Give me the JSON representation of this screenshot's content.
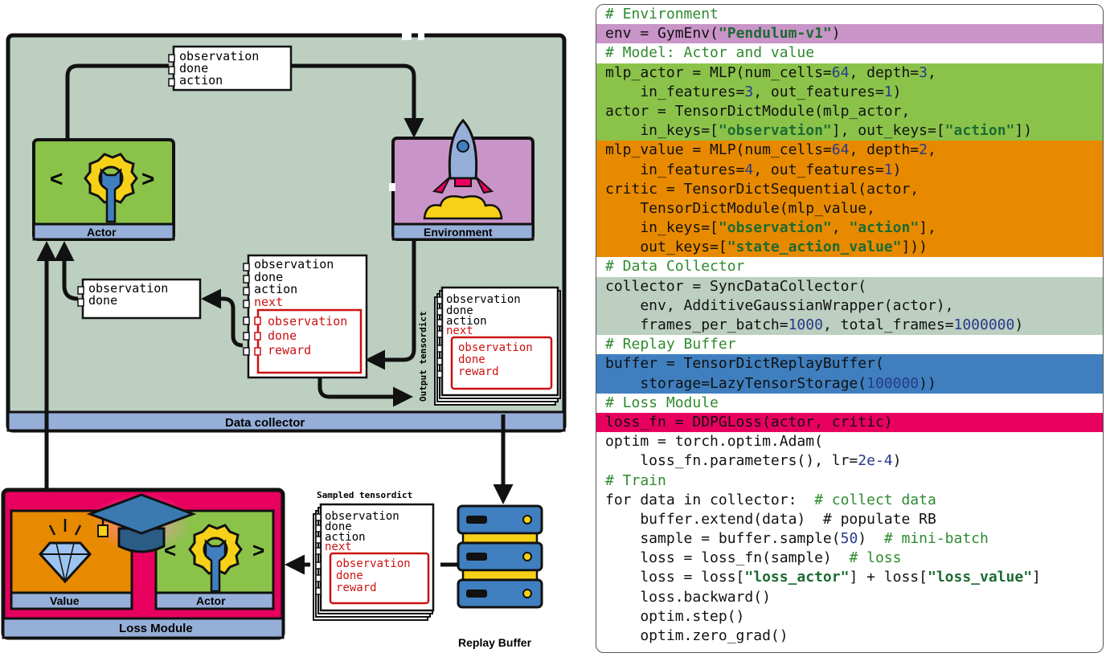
{
  "colors": {
    "collector_bg": "#bccfc1",
    "bar_blue": "#95afd8",
    "actor_green": "#8bc34a",
    "env_purple": "#c994c7",
    "loss_pink": "#e8005f",
    "value_orange": "#e88a00",
    "next_red": "#cc1111",
    "gear_yellow": "#f7d117",
    "server_blue": "#3f7fbf"
  },
  "diagram": {
    "collector_label": "Data collector",
    "actor_label": "Actor",
    "environment_label": "Environment",
    "loss_module_label": "Loss Module",
    "value_label": "Value",
    "loss_actor_label": "Actor",
    "replay_buffer_label": "Replay Buffer",
    "sampled_label": "Sampled tensordict",
    "output_label": "Output tensordict",
    "top_box": [
      "observation",
      "done",
      "action"
    ],
    "left_box": [
      "observation",
      "done"
    ],
    "center_box": {
      "keys": [
        "observation",
        "done",
        "action"
      ],
      "next_label": "next",
      "next_keys": [
        "observation",
        "done",
        "reward"
      ]
    },
    "output_box": {
      "keys": [
        "observation",
        "done",
        "action"
      ],
      "next_label": "next",
      "next_keys": [
        "observation",
        "done",
        "reward"
      ]
    },
    "sampled_box": {
      "keys": [
        "observation",
        "done",
        "action"
      ],
      "next_label": "next",
      "next_keys": [
        "observation",
        "done",
        "reward"
      ]
    }
  },
  "code": {
    "lines": [
      {
        "bg": "#ffffff",
        "tokens": [
          {
            "t": "# Environment",
            "k": "comment"
          }
        ]
      },
      {
        "bg": "#c994c7",
        "tokens": [
          {
            "t": "env = GymEnv("
          },
          {
            "t": "\"Pendulum-v1\"",
            "k": "str"
          },
          {
            "t": ")"
          }
        ]
      },
      {
        "bg": "#ffffff",
        "tokens": [
          {
            "t": "# Model: Actor and value",
            "k": "comment"
          }
        ]
      },
      {
        "bg": "#8bc34a",
        "tokens": [
          {
            "t": "mlp_actor = MLP(num_cells="
          },
          {
            "t": "64",
            "k": "num"
          },
          {
            "t": ", depth="
          },
          {
            "t": "3",
            "k": "num"
          },
          {
            "t": ","
          }
        ]
      },
      {
        "bg": "#8bc34a",
        "tokens": [
          {
            "t": "    in_features="
          },
          {
            "t": "3",
            "k": "num"
          },
          {
            "t": ", out_features="
          },
          {
            "t": "1",
            "k": "num"
          },
          {
            "t": ")"
          }
        ]
      },
      {
        "bg": "#8bc34a",
        "tokens": [
          {
            "t": "actor = TensorDictModule(mlp_actor,"
          }
        ]
      },
      {
        "bg": "#8bc34a",
        "tokens": [
          {
            "t": "    in_keys=["
          },
          {
            "t": "\"observation\"",
            "k": "str"
          },
          {
            "t": "], out_keys=["
          },
          {
            "t": "\"action\"",
            "k": "str"
          },
          {
            "t": "])"
          }
        ]
      },
      {
        "bg": "#e88a00",
        "tokens": [
          {
            "t": "mlp_value = MLP(num_cells="
          },
          {
            "t": "64",
            "k": "num"
          },
          {
            "t": ", depth="
          },
          {
            "t": "2",
            "k": "num"
          },
          {
            "t": ","
          }
        ]
      },
      {
        "bg": "#e88a00",
        "tokens": [
          {
            "t": "    in_features="
          },
          {
            "t": "4",
            "k": "num"
          },
          {
            "t": ", out_features="
          },
          {
            "t": "1",
            "k": "num"
          },
          {
            "t": ")"
          }
        ]
      },
      {
        "bg": "#e88a00",
        "tokens": [
          {
            "t": "critic = TensorDictSequential(actor,"
          }
        ]
      },
      {
        "bg": "#e88a00",
        "tokens": [
          {
            "t": "    TensorDictModule(mlp_value,"
          }
        ]
      },
      {
        "bg": "#e88a00",
        "tokens": [
          {
            "t": "    in_keys=["
          },
          {
            "t": "\"observation\"",
            "k": "str"
          },
          {
            "t": ", "
          },
          {
            "t": "\"action\"",
            "k": "str"
          },
          {
            "t": "],"
          }
        ]
      },
      {
        "bg": "#e88a00",
        "tokens": [
          {
            "t": "    out_keys=["
          },
          {
            "t": "\"state_action_value\"",
            "k": "str"
          },
          {
            "t": "]))"
          }
        ]
      },
      {
        "bg": "#ffffff",
        "tokens": [
          {
            "t": "# Data Collector",
            "k": "comment"
          }
        ]
      },
      {
        "bg": "#bccfc1",
        "tokens": [
          {
            "t": "collector = SyncDataCollector("
          }
        ]
      },
      {
        "bg": "#bccfc1",
        "tokens": [
          {
            "t": "    env, AdditiveGaussianWrapper(actor),"
          }
        ]
      },
      {
        "bg": "#bccfc1",
        "tokens": [
          {
            "t": "    frames_per_batch="
          },
          {
            "t": "1000",
            "k": "num"
          },
          {
            "t": ", total_frames="
          },
          {
            "t": "1000000",
            "k": "num"
          },
          {
            "t": ")"
          }
        ]
      },
      {
        "bg": "#ffffff",
        "tokens": [
          {
            "t": "# Replay Buffer",
            "k": "comment"
          }
        ]
      },
      {
        "bg": "#3f7fbf",
        "tokens": [
          {
            "t": "buffer = TensorDictReplayBuffer("
          }
        ]
      },
      {
        "bg": "#3f7fbf",
        "tokens": [
          {
            "t": "    storage=LazyTensorStorage("
          },
          {
            "t": "100000",
            "k": "num"
          },
          {
            "t": "))"
          }
        ]
      },
      {
        "bg": "#ffffff",
        "tokens": [
          {
            "t": "# Loss Module",
            "k": "comment"
          }
        ]
      },
      {
        "bg": "#e8005f",
        "tokens": [
          {
            "t": "loss_fn = DDPGLoss(actor, critic)"
          }
        ]
      },
      {
        "bg": "#ffffff",
        "tokens": [
          {
            "t": "optim = torch.optim.Adam("
          }
        ]
      },
      {
        "bg": "#ffffff",
        "tokens": [
          {
            "t": "    loss_fn.parameters(), lr="
          },
          {
            "t": "2e-4",
            "k": "num"
          },
          {
            "t": ")"
          }
        ]
      },
      {
        "bg": "#ffffff",
        "tokens": [
          {
            "t": "# Train",
            "k": "comment"
          }
        ]
      },
      {
        "bg": "#ffffff",
        "tokens": [
          {
            "t": "for data in collector:  "
          },
          {
            "t": "# collect data",
            "k": "comment"
          }
        ]
      },
      {
        "bg": "#ffffff",
        "tokens": [
          {
            "t": "    buffer.extend(data)  # populate RB"
          }
        ]
      },
      {
        "bg": "#ffffff",
        "tokens": [
          {
            "t": "    sample = buffer.sample("
          },
          {
            "t": "50",
            "k": "num"
          },
          {
            "t": ")  "
          },
          {
            "t": "# mini-batch",
            "k": "comment"
          }
        ]
      },
      {
        "bg": "#ffffff",
        "tokens": [
          {
            "t": "    loss = loss_fn(sample)  "
          },
          {
            "t": "# loss",
            "k": "comment"
          }
        ]
      },
      {
        "bg": "#ffffff",
        "tokens": [
          {
            "t": "    loss = loss["
          },
          {
            "t": "\"loss_actor\"",
            "k": "str"
          },
          {
            "t": "] + loss["
          },
          {
            "t": "\"loss_value\"",
            "k": "str"
          },
          {
            "t": "]"
          }
        ]
      },
      {
        "bg": "#ffffff",
        "tokens": [
          {
            "t": "    loss.backward()"
          }
        ]
      },
      {
        "bg": "#ffffff",
        "tokens": [
          {
            "t": "    optim.step()"
          }
        ]
      },
      {
        "bg": "#ffffff",
        "tokens": [
          {
            "t": "    optim.zero_grad()"
          }
        ]
      }
    ]
  }
}
